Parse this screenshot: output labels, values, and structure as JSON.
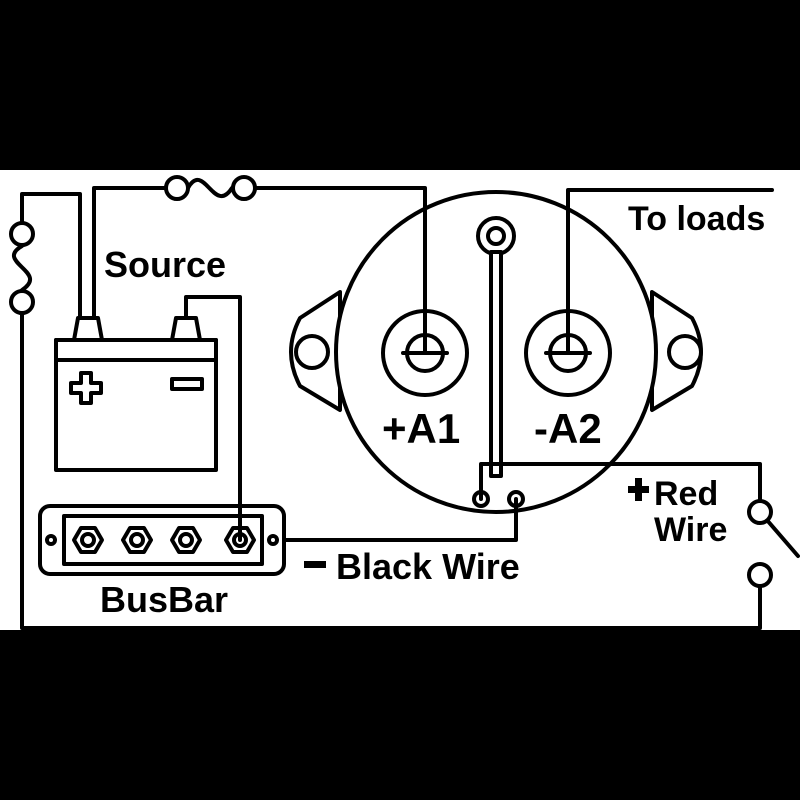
{
  "labels": {
    "source": "Source",
    "to_loads": "To loads",
    "a1": "+A1",
    "a2": "-A2",
    "red_plus": "+",
    "red_wire": "Red\nWire",
    "black_minus": "−",
    "black_wire": "Black Wire",
    "busbar": "BusBar"
  }
}
